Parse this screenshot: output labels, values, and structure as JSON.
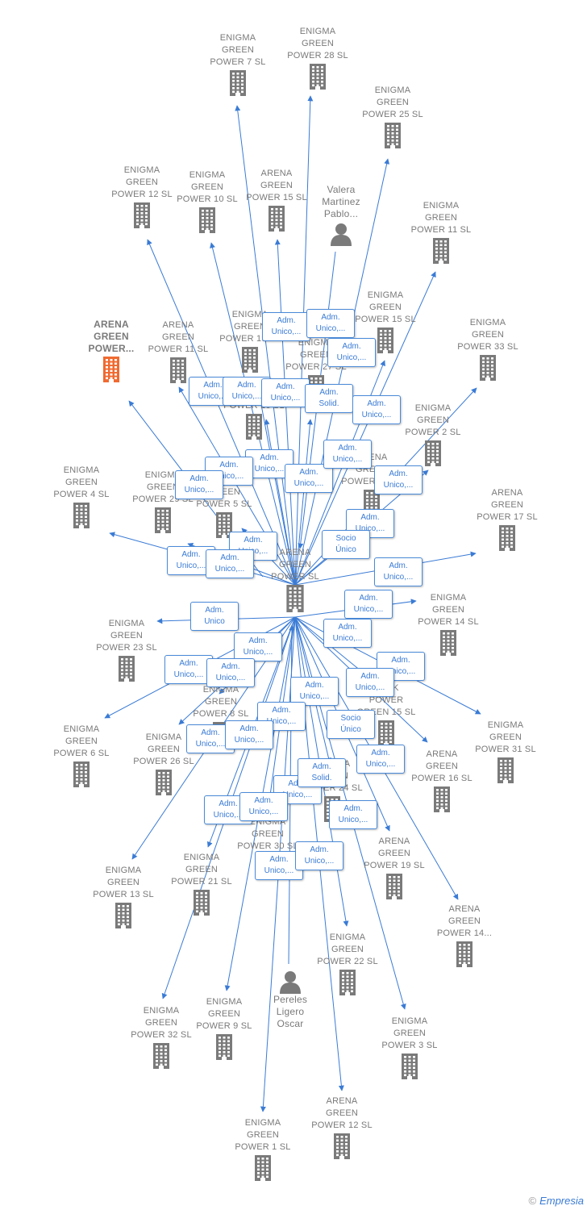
{
  "focus_company": {
    "label": "ARENA\nGREEN\nPOWER...",
    "color": "#f06a30"
  },
  "center_company": {
    "label": "ARENA\nGREEN\nPOWER  SL"
  },
  "colors": {
    "building": "#7a7a7a",
    "edge": "#3a7bd5"
  },
  "companies": [
    {
      "id": "ep7",
      "label": "ENIGMA\nGREEN\nPOWER 7  SL"
    },
    {
      "id": "ep28",
      "label": "ENIGMA\nGREEN\nPOWER 28  SL"
    },
    {
      "id": "ep25",
      "label": "ENIGMA\nGREEN\nPOWER 25  SL"
    },
    {
      "id": "ep12",
      "label": "ENIGMA\nGREEN\nPOWER 12  SL"
    },
    {
      "id": "ep10",
      "label": "ENIGMA\nGREEN\nPOWER 10  SL"
    },
    {
      "id": "ap15",
      "label": "ARENA\nGREEN\nPOWER 15  SL"
    },
    {
      "id": "ep11",
      "label": "ENIGMA\nGREEN\nPOWER 11  SL"
    },
    {
      "id": "ap11",
      "label": "ARENA\nGREEN\nPOWER 11  SL"
    },
    {
      "id": "ep15",
      "label": "ENIGMA\nGREEN\nPOWER 15  SL"
    },
    {
      "id": "ep33",
      "label": "ENIGMA\nGREEN\nPOWER 33  SL"
    },
    {
      "id": "ep2",
      "label": "ENIGMA\nGREEN\nPOWER 2  SL"
    },
    {
      "id": "ep4",
      "label": "ENIGMA\nGREEN\nPOWER 4  SL"
    },
    {
      "id": "ep29",
      "label": "ENIGMA\nGREEN\nPOWER 29  SL"
    },
    {
      "id": "ap17",
      "label": "ARENA\nGREEN\nPOWER 17  SL"
    },
    {
      "id": "ep14",
      "label": "ENIGMA\nGREEN\nPOWER 14  SL"
    },
    {
      "id": "ep23",
      "label": "ENIGMA\nGREEN\nPOWER 23  SL"
    },
    {
      "id": "ep6",
      "label": "ENIGMA\nGREEN\nPOWER 6  SL"
    },
    {
      "id": "ep26",
      "label": "ENIGMA\nGREEN\nPOWER 26  SL"
    },
    {
      "id": "ep31",
      "label": "ENIGMA\nGREEN\nPOWER 31  SL"
    },
    {
      "id": "ap16",
      "label": "ARENA\nGREEN\nPOWER 16  SL"
    },
    {
      "id": "ep24",
      "label": "ENIGMA\nGREEN\nPOWER 24  SL"
    },
    {
      "id": "ep13",
      "label": "ENIGMA\nGREEN\nPOWER 13  SL"
    },
    {
      "id": "ep21",
      "label": "ENIGMA\nGREEN\nPOWER 21  SL"
    },
    {
      "id": "ep30",
      "label": "ENIGMA\nGREEN\nPOWER 30  SL"
    },
    {
      "id": "ap19",
      "label": "ARENA\nGREEN\nPOWER 19  SL"
    },
    {
      "id": "ap14",
      "label": "ARENA\nGREEN\nPOWER 14..."
    },
    {
      "id": "ep22",
      "label": "ENIGMA\nGREEN\nPOWER 22  SL"
    },
    {
      "id": "ep32",
      "label": "ENIGMA\nGREEN\nPOWER 32  SL"
    },
    {
      "id": "ep9",
      "label": "ENIGMA\nGREEN\nPOWER 9  SL"
    },
    {
      "id": "ep3",
      "label": "ENIGMA\nGREEN\nPOWER 3  SL"
    },
    {
      "id": "ep1",
      "label": "ENIGMA\nGREEN\nPOWER 1  SL"
    },
    {
      "id": "ap12",
      "label": "ARENA\nGREEN\nPOWER 12  SL"
    },
    {
      "id": "ep27",
      "label": "ENIGMA\nGREEN\nPOWER 27  SL"
    },
    {
      "id": "ep5",
      "label": "ENIGMA\nGREEN\nPOWER 5  SL"
    },
    {
      "id": "ap13",
      "label": "ARENA\nGREEN\nPOWER 13  SL"
    },
    {
      "id": "ep19",
      "label": "ENIGMA\nGREEN\nPOWER 19  SL"
    },
    {
      "id": "ep8",
      "label": "ENIGMA\nGREEN\nPOWER 8  SL"
    },
    {
      "id": "dp15",
      "label": "DARK\nPOWER\nGREEN 15  SL"
    },
    {
      "id": "ep16",
      "label": "ENIGMA\nGREEN\nPOWER 16  SL"
    }
  ],
  "persons": [
    {
      "id": "valera",
      "label": "Valera\nMartinez\nPablo..."
    },
    {
      "id": "pereles",
      "label": "Pereles\nLigero\nOscar"
    }
  ],
  "relation_labels": [
    "Adm.\nUnico,...",
    "Adm.\nUnico,...",
    "Adm.\nUnico,...",
    "Adm.\nUnico,...",
    "Adm.\nUnico,...",
    "Adm.\nUnico,...",
    "Adm.\nSolid.",
    "Adm.\nUnico,...",
    "Adm.\nUnico,...",
    "Adm.\nUnico,...",
    "Adm.\nUnico,...",
    "Adm.\nUnico,...",
    "Adm.\nUnico,...",
    "Adm.\nUnico,...",
    "Adm.\nUnico,...",
    "Socio\nÚnico",
    "Adm.\nUnico,...",
    "Adm.\nUnico,...",
    "Adm.\nUnico,...",
    "Adm.\nUnico,...",
    "Adm.\nUnico,...",
    "Adm.\nUnico",
    "Adm.\nUnico,...",
    "Adm.\nUnico,...",
    "Adm.\nUnico,...",
    "Adm.\nUnico,...",
    "Adm.\nUnico,...",
    "Adm.\nUnico,...",
    "Adm.\nUnico,...",
    "Adm.\nUnico,...",
    "Socio\nÚnico",
    "Adm.\nUnico,...",
    "Adm.\nUnico,...",
    "Adm.\nUnico,...",
    "Adm.\nUnico,...",
    "Adm.\nSolid.",
    "Adm.\nUnico,...",
    "Adm.\nUnico,...",
    "Adm.\nUnico,...",
    "Adm.\nUnico,...",
    "Adm.\nUnico,..."
  ],
  "brand": {
    "copyright": "©",
    "name": "Empresia"
  }
}
